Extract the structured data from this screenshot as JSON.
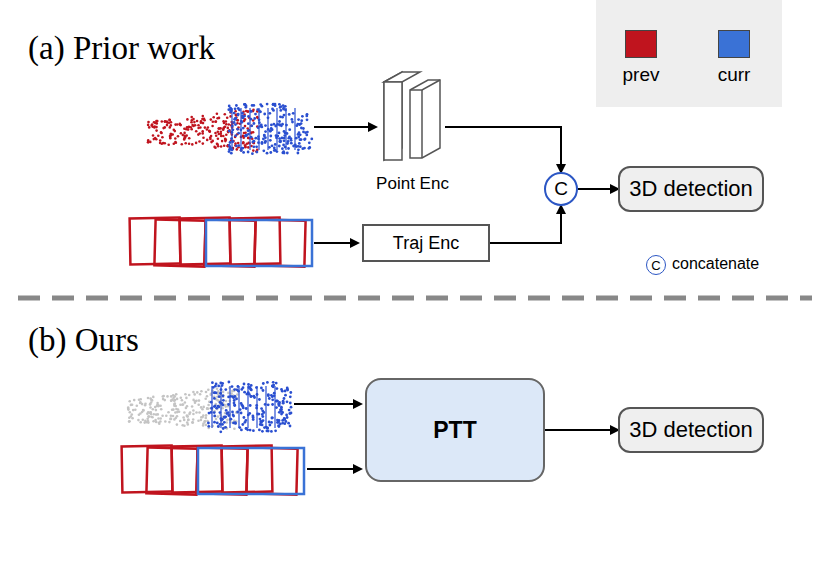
{
  "diagram": {
    "nodes": [
      {
        "text": [
          "Point Enc"
        ]
      },
      {
        "text": [
          "C"
        ]
      },
      {
        "text": [
          "3D detection"
        ]
      },
      {
        "text": [
          "Traj Enc"
        ]
      },
      {
        "text": [
          "C"
        ]
      },
      {
        "text": [
          "PTT"
        ]
      },
      {
        "text": [
          "3D detection"
        ]
      }
    ],
    "edges": [
      {
        "from": 0,
        "to": 1,
        "arrow": "to"
      },
      {
        "from": 3,
        "to": 1,
        "arrow": "to"
      },
      {
        "from": 1,
        "to": 2,
        "arrow": "to"
      },
      {
        "from": 5,
        "to": 6,
        "arrow": "to"
      }
    ],
    "labels": [
      "(a) Prior work",
      "concatenate",
      "(b) Ours"
    ],
    "legend": [
      {
        "text": "prev",
        "color": "#c0141e"
      },
      {
        "text": "curr",
        "color": "#3a72d6"
      }
    ]
  }
}
